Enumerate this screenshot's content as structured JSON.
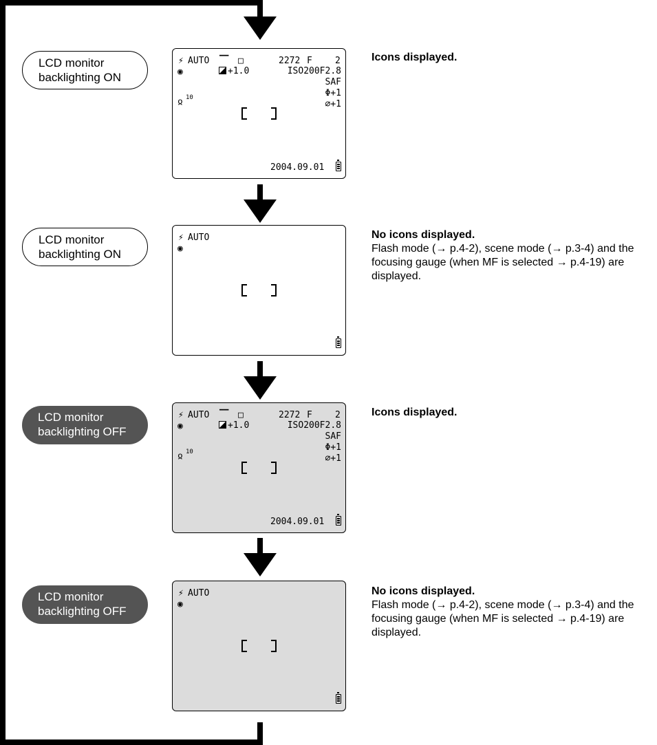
{
  "states": [
    {
      "label_line1": "LCD monitor",
      "label_line2": "backlighting ON",
      "description_title": "Icons displayed.",
      "description_body": "",
      "screen": {
        "flash_mode": "AUTO",
        "exposure": "+1.0",
        "frames": "2272",
        "f_label": "F",
        "f_count": "2",
        "iso_aperture": "ISO200F2.8",
        "af_mode": "SAF",
        "contrast": "+1",
        "sharpness": "+1",
        "self_timer": "10",
        "date": "2004.09.01"
      }
    },
    {
      "label_line1": "LCD monitor",
      "label_line2": "backlighting ON",
      "description_title": "No icons displayed.",
      "description_body": "Flash mode (→ p.4-2), scene mode (→ p.3-4) and the focusing gauge (when MF is selected → p.4-19) are displayed.",
      "screen": {
        "flash_mode": "AUTO"
      }
    },
    {
      "label_line1": "LCD monitor",
      "label_line2": "backlighting OFF",
      "description_title": "Icons displayed.",
      "description_body": "",
      "screen": {
        "flash_mode": "AUTO",
        "exposure": "+1.0",
        "frames": "2272",
        "f_label": "F",
        "f_count": "2",
        "iso_aperture": "ISO200F2.8",
        "af_mode": "SAF",
        "contrast": "+1",
        "sharpness": "+1",
        "self_timer": "10",
        "date": "2004.09.01"
      }
    },
    {
      "label_line1": "LCD monitor",
      "label_line2": "backlighting OFF",
      "description_title": "No icons displayed.",
      "description_body": "Flash mode (→ p.4-2), scene mode (→ p.3-4) and the focusing gauge (when MF is selected → p.4-19) are displayed.",
      "screen": {
        "flash_mode": "AUTO"
      }
    }
  ],
  "colors": {
    "on_label_bg": "#ffffff",
    "off_label_bg": "#545454",
    "screen_on_bg": "#ffffff",
    "screen_off_bg": "#dcdcdc"
  },
  "icons": [
    "flash-icon",
    "red-eye-icon",
    "white-balance-icon",
    "single-frame-icon",
    "exposure-compensation-icon",
    "self-timer-icon",
    "contrast-icon",
    "sharpness-icon",
    "battery-icon",
    "af-frame-icon"
  ]
}
